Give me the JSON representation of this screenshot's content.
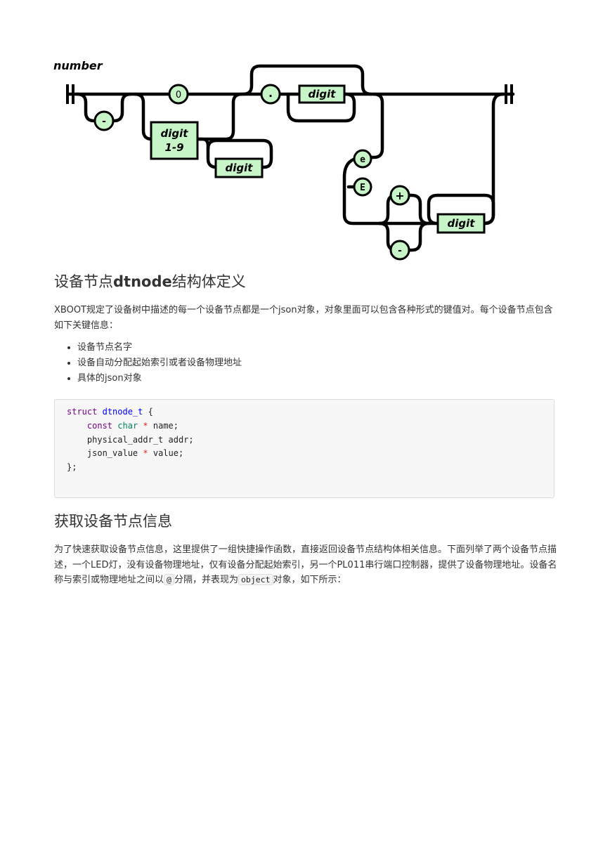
{
  "diagram": {
    "title": "number",
    "tokens": {
      "zero": "0",
      "minus_top": "-",
      "dot": ".",
      "digit_frac": "digit",
      "digit19_line1": "digit",
      "digit19_line2": "1-9",
      "digit_int": "digit",
      "e_lower": "e",
      "e_upper": "E",
      "plus": "+",
      "minus_exp": "-",
      "digit_exp": "digit"
    }
  },
  "section1": {
    "heading_prefix": "设备节点",
    "heading_bold": "dtnode",
    "heading_suffix": "结构体定义",
    "paragraph": "XBOOT规定了设备树中描述的每一个设备节点都是一个json对象，对象里面可以包含各种形式的键值对。每个设备节点包含如下关键信息：",
    "bullets": [
      "设备节点名字",
      "设备自动分配起始索引或者设备物理地址",
      "具体的json对象"
    ],
    "code": {
      "l1_kw": "struct",
      "l1_name": "dtnode_t",
      "l1_rest": " {",
      "l2_kw": "const",
      "l2_type": "char",
      "l2_op": "*",
      "l2_rest": " name;",
      "l3": "physical_addr_t addr;",
      "l4_pre": "json_value ",
      "l4_op": "*",
      "l4_rest": " value;",
      "l5": "};"
    }
  },
  "section2": {
    "heading": "获取设备节点信息",
    "para_part1": "为了快速获取设备节点信息，这里提供了一组快捷操作函数，直接返回设备节点结构体相关信息。下面列举了两个设备节点描述，一个LED灯，没有设备物理地址，仅有设备分配起始索引，另一个PL011串行端口控制器，提供了设备物理地址。设备名称与索引或物理地址之间以",
    "code_at": "@",
    "para_part2": "分隔，并表现为",
    "code_object": "object",
    "para_part3": "对象，如下所示："
  }
}
